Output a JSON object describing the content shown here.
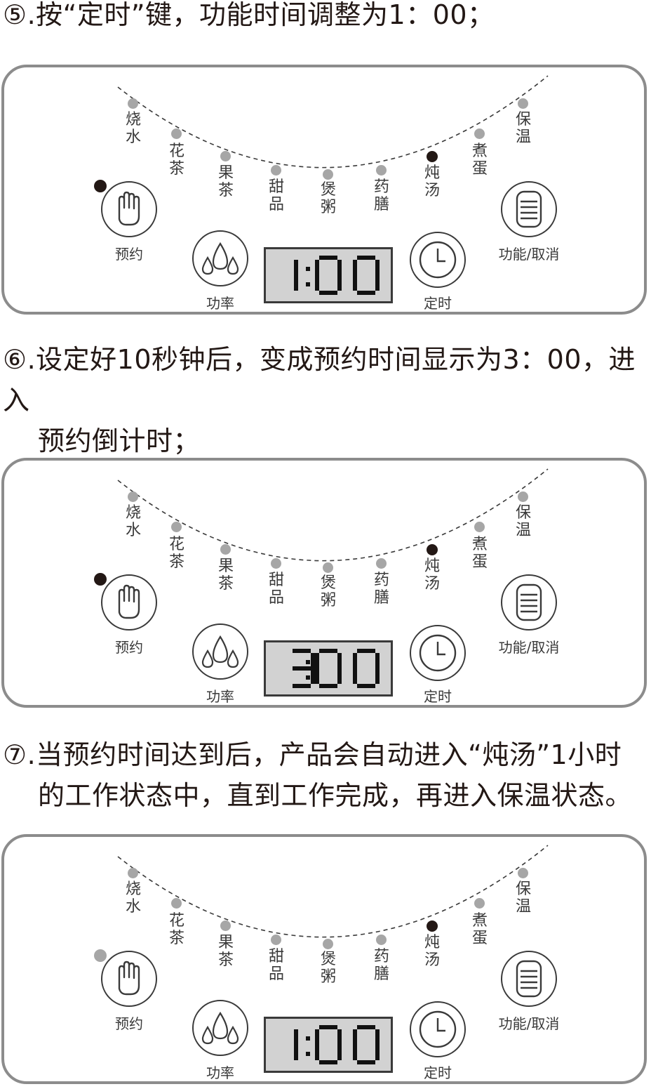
{
  "steps": [
    {
      "line1": "⑤.按“定时”键，功能时间调整为1：00；",
      "line2": ""
    },
    {
      "line1": "⑥.设定好10秒钟后，变成预约时间显示为3：00，进入",
      "line2": "预约倒计时；"
    },
    {
      "line1": "⑦.当预约时间达到后，产品会自动进入“炖汤”1小时",
      "line2": "的工作状态中，直到工作完成，再进入保温状态。"
    }
  ],
  "modes": [
    {
      "c1": "烧",
      "c2": "水"
    },
    {
      "c1": "花",
      "c2": "茶"
    },
    {
      "c1": "果",
      "c2": "茶"
    },
    {
      "c1": "甜",
      "c2": "品"
    },
    {
      "c1": "煲",
      "c2": "粥"
    },
    {
      "c1": "药",
      "c2": "膳"
    },
    {
      "c1": "炖",
      "c2": "汤"
    },
    {
      "c1": "煮",
      "c2": "蛋"
    },
    {
      "c1": "保",
      "c2": "温"
    }
  ],
  "buttons": {
    "reserve": "预约",
    "power": "功率",
    "timer": "定时",
    "function_cancel": "功能/取消"
  },
  "panels": [
    {
      "display": "1:00",
      "active_mode": 6,
      "reserve_led_on": true
    },
    {
      "display": "3:00",
      "active_mode": 6,
      "reserve_led_on": true
    },
    {
      "display": "1:00",
      "active_mode": 6,
      "reserve_led_on": false
    }
  ],
  "colors": {
    "led_on": "#231815",
    "led_off": "#a6a6a6",
    "border": "#8c8c8c",
    "display_bg": "#d2d2d2"
  },
  "icons": {
    "reserve": "hand-icon",
    "power": "water-drops-icon",
    "timer": "clock-icon",
    "function_cancel": "menu-lines-icon"
  }
}
